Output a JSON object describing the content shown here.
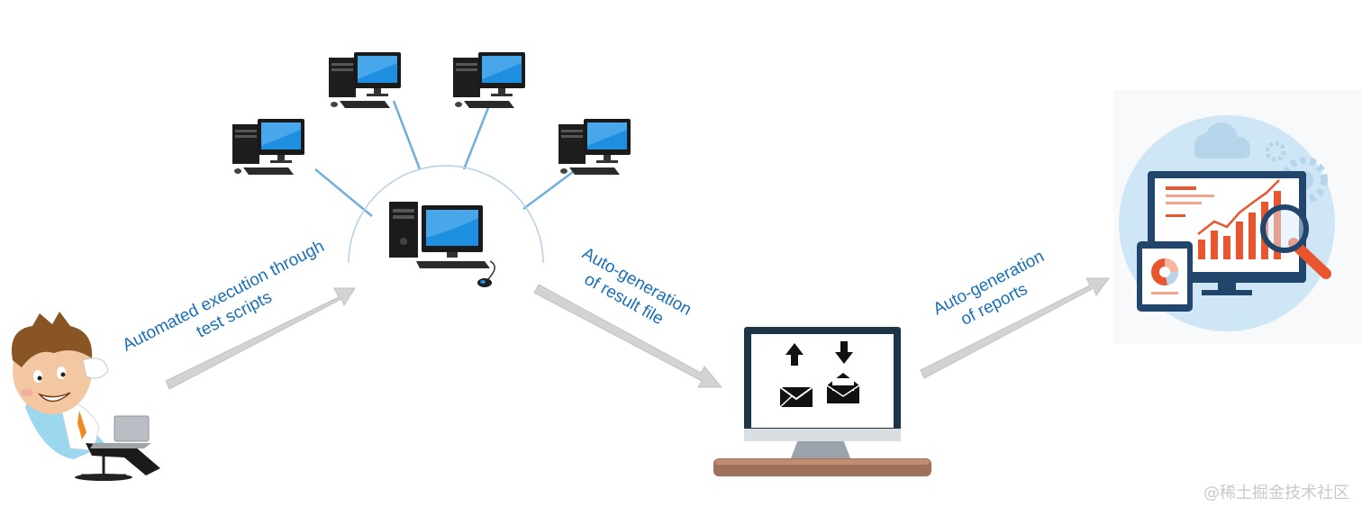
{
  "labels": {
    "step1_line1": "Automated execution through",
    "step1_line2": "test scripts",
    "step2_line1": "Auto-generation",
    "step2_line2": "of result file",
    "step3_line1": "Auto-generation",
    "step3_line2": "of reports"
  },
  "watermark": "@稀土掘金技术社区",
  "colors": {
    "label_text": "#1a6fb7",
    "arrow_fill": "#d3d3d3",
    "link_line": "#6fb0da",
    "monitor_screen": "#1f8fd8",
    "desk": "#a0715a",
    "report_accent": "#e8562f",
    "report_navy": "#22466b"
  },
  "icons": [
    "person-relaxing-icon",
    "laptop-icon",
    "desktop-computer-icon",
    "central-server-computer-icon",
    "upload-arrow-icon",
    "download-arrow-icon",
    "closed-envelope-icon",
    "open-envelope-icon",
    "report-dashboard-icon",
    "magnifier-icon",
    "pie-chart-icon",
    "cloud-icon",
    "gear-icon"
  ]
}
